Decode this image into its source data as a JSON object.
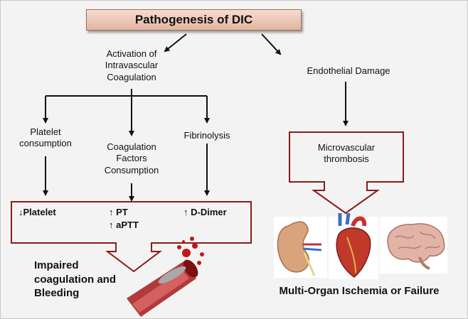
{
  "title": "Pathogenesis of DIC",
  "activation": [
    "Activation of",
    "Intravascular",
    "Coagulation"
  ],
  "endothelial": "Endothelial Damage",
  "platelet": [
    "Platelet",
    "consumption"
  ],
  "coag_factors": [
    "Coagulation",
    "Factors",
    "Consumption"
  ],
  "fibrinolysis": "Fibrinolysis",
  "microvascular": [
    "Microvascular",
    "thrombosis"
  ],
  "lab": {
    "platelet": "↓Platelet",
    "pt": "↑ PT",
    "aptt": "↑ aPTT",
    "ddimer": "↑ D-Dimer"
  },
  "impaired": [
    "Impaired",
    "coagulation and",
    "Bleeding"
  ],
  "multi_organ": "Multi-Organ Ischemia or Failure",
  "images": [
    "kidney-image",
    "heart-image",
    "brain-image",
    "bleeding-vessel-image"
  ],
  "colors": {
    "box_border": "#8b1a1a",
    "title_fill": "#eac3b1",
    "arrow": "#111111"
  }
}
